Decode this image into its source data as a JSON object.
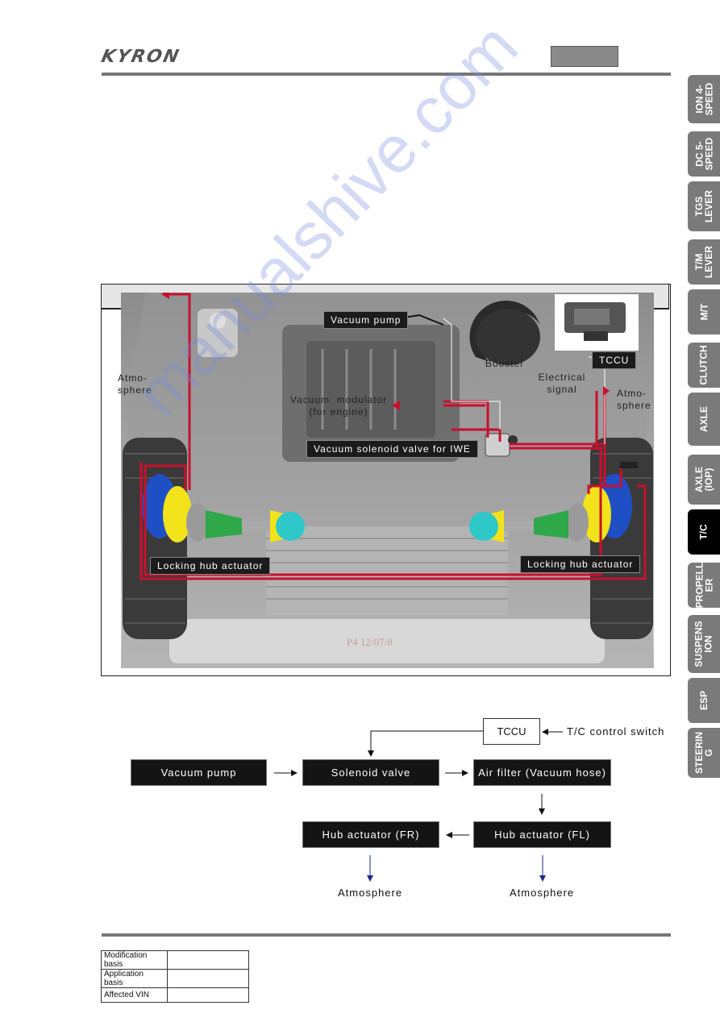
{
  "header": {
    "logo": "KYRON"
  },
  "side_tabs": [
    {
      "label": "ION 4-\nSPEED",
      "active": false
    },
    {
      "label": "DC 5-\nSPEED",
      "active": false
    },
    {
      "label": "TGS\nLEVER",
      "active": false
    },
    {
      "label": "T/M\nLEVER",
      "active": false
    },
    {
      "label": "M/T",
      "active": false
    },
    {
      "label": "CLUTCH",
      "active": false
    },
    {
      "label": "AXLE",
      "active": false
    },
    {
      "label": "AXLE\n(IOP)",
      "active": false
    },
    {
      "label": "T/C",
      "active": true
    },
    {
      "label": "PROPELL\nER",
      "active": false
    },
    {
      "label": "SUSPENS\nION",
      "active": false
    },
    {
      "label": "ESP",
      "active": false
    },
    {
      "label": "STEERIN\nG",
      "active": false
    }
  ],
  "figure_labels": {
    "vacuum_pump": "Vacuum  pump",
    "booster": "Booster",
    "tccu": "TCCU",
    "atmosphere_left": "Atmo-\nsphere",
    "atmosphere_right": "Atmo-\nsphere",
    "vacuum_modulator": "Vacuum  modulator\n(for engine)",
    "electrical_signal": "Electrical\nsignal",
    "solenoid_valve_iwe": "Vacuum  solenoid  valve  for  IWE",
    "hub_actuator_left": "Locking  hub  actuator",
    "hub_actuator_right": "Locking  hub  actuator"
  },
  "flow": {
    "tccu": "TCCU",
    "tc_switch": "T/C  control  switch",
    "vacuum_pump": "Vacuum  pump",
    "solenoid_valve": "Solenoid  valve",
    "air_filter": "Air  filter  (Vacuum  hose)",
    "hub_fr": "Hub  actuator  (FR)",
    "hub_fl": "Hub  actuator  (FL)",
    "atm_left": "Atmosphere",
    "atm_right": "Atmosphere"
  },
  "modification_table": [
    {
      "key": "Modification basis",
      "value": ""
    },
    {
      "key": "Application basis",
      "value": ""
    },
    {
      "key": "Affected VIN",
      "value": ""
    }
  ],
  "watermark": "manualshive.com",
  "colors": {
    "hose": "#c8102e",
    "tab_grey": "#7a7a7a",
    "tab_active": "#000000",
    "arrow_blue": "#1a2a8c"
  }
}
